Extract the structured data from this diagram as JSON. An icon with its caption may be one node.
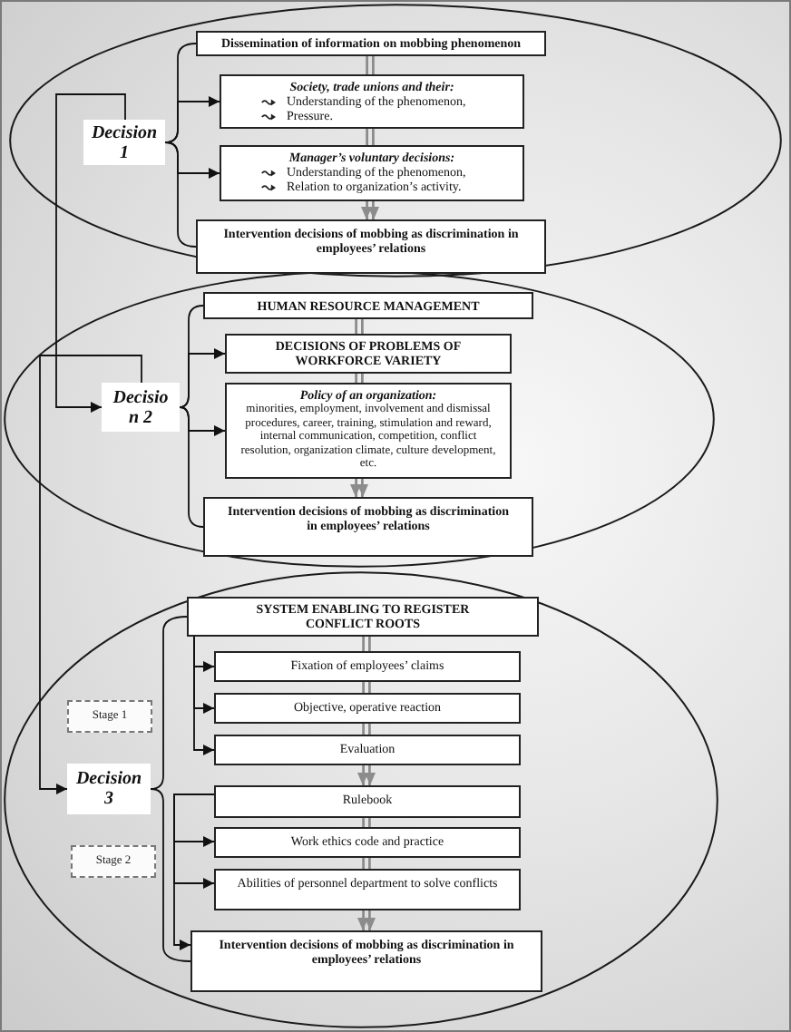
{
  "diagram": {
    "nodes": [
      {
        "text": [],
        "shape": "ellipse"
      },
      {
        "text": [
          "Decision 1"
        ],
        "in": 0
      },
      {
        "text": [
          "Dissemination of information on mobbing phenomenon"
        ],
        "in": 0
      },
      {
        "text": [
          "Society, trade unions and their:",
          "Understanding of the phenomenon,",
          "Pressure."
        ],
        "in": 0
      },
      {
        "text": [
          "Manager’s voluntary decisions:",
          "Understanding of the phenomenon,",
          "Relation to organization’s activity."
        ],
        "in": 0
      },
      {
        "text": [
          "Intervention decisions of mobbing as discrimination in employees’ relations"
        ],
        "in": 0
      },
      {
        "text": [],
        "shape": "ellipse"
      },
      {
        "text": [
          "Decisio n 2"
        ],
        "in": 6
      },
      {
        "text": [
          "HUMAN RESOURCE MANAGEMENT"
        ],
        "in": 6
      },
      {
        "text": [
          "DECISIONS OF PROBLEMS OF WORKFORCE VARIETY"
        ],
        "in": 6
      },
      {
        "text": [
          "Policy of an organization:",
          "minorities, employment, involvement and dismissal procedures, career, training, stimulation and reward, internal communication, competition, conflict resolution, organization climate, culture development, etc."
        ],
        "in": 6
      },
      {
        "text": [
          "Intervention decisions of mobbing as discrimination in employees’ relations"
        ],
        "in": 6
      },
      {
        "text": [],
        "shape": "ellipse"
      },
      {
        "text": [
          "Decision 3"
        ],
        "in": 12
      },
      {
        "text": [
          "Stage 1"
        ],
        "in": 12
      },
      {
        "text": [
          "Stage 2"
        ],
        "in": 12
      },
      {
        "text": [
          "SYSTEM ENABLING TO REGISTER CONFLICT ROOTS"
        ],
        "in": 12
      },
      {
        "text": [
          "Fixation of employees’ claims"
        ],
        "in": 12
      },
      {
        "text": [
          "Objective, operative reaction"
        ],
        "in": 12
      },
      {
        "text": [
          "Evaluation"
        ],
        "in": 12
      },
      {
        "text": [
          "Rulebook"
        ],
        "in": 12
      },
      {
        "text": [
          "Work ethics code and practice"
        ],
        "in": 12
      },
      {
        "text": [
          "Abilities of personnel department to solve conflicts"
        ],
        "in": 12
      },
      {
        "text": [
          "Intervention decisions of mobbing as discrimination in employees’ relations"
        ],
        "in": 12
      }
    ],
    "edges": [
      {
        "from": 1,
        "to": 2,
        "arrow": "none"
      },
      {
        "from": 1,
        "to": 3,
        "arrow": "to"
      },
      {
        "from": 1,
        "to": 4,
        "arrow": "to"
      },
      {
        "from": 1,
        "to": 5,
        "arrow": "none"
      },
      {
        "from": 2,
        "to": 3,
        "arrow": "none",
        "style": "thick",
        "color": "#8c8c8c"
      },
      {
        "from": 3,
        "to": 4,
        "arrow": "none",
        "style": "thick",
        "color": "#8c8c8c"
      },
      {
        "from": 4,
        "to": 5,
        "arrow": "to",
        "style": "thick",
        "color": "#8c8c8c"
      },
      {
        "from": 1,
        "to": 7,
        "arrow": "to"
      },
      {
        "from": 7,
        "to": 8,
        "arrow": "none"
      },
      {
        "from": 7,
        "to": 9,
        "arrow": "to"
      },
      {
        "from": 7,
        "to": 10,
        "arrow": "to"
      },
      {
        "from": 7,
        "to": 11,
        "arrow": "none"
      },
      {
        "from": 8,
        "to": 9,
        "arrow": "none",
        "style": "thick",
        "color": "#8c8c8c"
      },
      {
        "from": 9,
        "to": 10,
        "arrow": "none",
        "style": "thick",
        "color": "#8c8c8c"
      },
      {
        "from": 10,
        "to": 11,
        "arrow": "to",
        "style": "thick",
        "color": "#8c8c8c"
      },
      {
        "from": 7,
        "to": 13,
        "arrow": "to"
      },
      {
        "from": 13,
        "to": 16,
        "arrow": "none"
      },
      {
        "from": 13,
        "to": 23,
        "arrow": "none"
      },
      {
        "from": 16,
        "to": 17,
        "arrow": "to"
      },
      {
        "from": 16,
        "to": 18,
        "arrow": "to"
      },
      {
        "from": 16,
        "to": 19,
        "arrow": "to"
      },
      {
        "from": 16,
        "to": 17,
        "arrow": "none",
        "style": "thick",
        "color": "#8c8c8c"
      },
      {
        "from": 17,
        "to": 18,
        "arrow": "none",
        "style": "thick",
        "color": "#8c8c8c"
      },
      {
        "from": 18,
        "to": 19,
        "arrow": "none",
        "style": "thick",
        "color": "#8c8c8c"
      },
      {
        "from": 19,
        "to": 20,
        "arrow": "to",
        "style": "thick",
        "color": "#8c8c8c"
      },
      {
        "from": 20,
        "to": 21,
        "arrow": "to"
      },
      {
        "from": 20,
        "to": 22,
        "arrow": "to"
      },
      {
        "from": 20,
        "to": 23,
        "arrow": "to"
      },
      {
        "from": 20,
        "to": 21,
        "arrow": "none",
        "style": "thick",
        "color": "#8c8c8c"
      },
      {
        "from": 21,
        "to": 22,
        "arrow": "none",
        "style": "thick",
        "color": "#8c8c8c"
      },
      {
        "from": 22,
        "to": 23,
        "arrow": "to",
        "style": "thick",
        "color": "#8c8c8c"
      }
    ]
  }
}
